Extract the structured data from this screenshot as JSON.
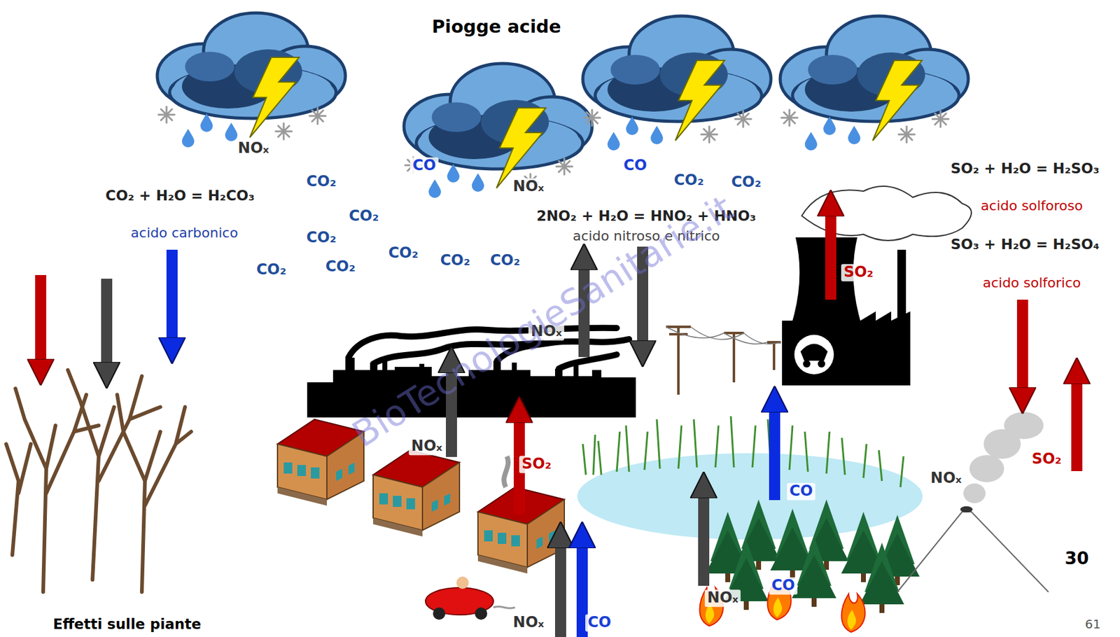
{
  "diagram": {
    "title": "Piogge acide",
    "labels": [
      "NOₓ",
      "CO₂",
      "CO",
      "NOₓ",
      "CO",
      "CO₂",
      "CO₂",
      "SO₂ + H₂O = H₂SO₃",
      "CO₂ + H₂O = H₂CO₃",
      "CO₂",
      "2NO₂ + H₂O = HNO₂ + HNO₃",
      "acido solforoso",
      "acido carbonico",
      "CO₂",
      "acido nitroso e nitrico",
      "SO₃ + H₂O = H₂SO₄",
      "CO₂",
      "CO₂",
      "CO₂",
      "CO₂",
      "CO₂",
      "SO₂",
      "acido solforico",
      "NOₓ",
      "NOₓ",
      "SO₂",
      "SO₂",
      "NOₓ",
      "CO",
      "30",
      "CO",
      "NOₓ",
      "Effetti sulle piante",
      "NOₓ",
      "CO",
      "61",
      "BioTecnologieSanitarie.it"
    ]
  }
}
